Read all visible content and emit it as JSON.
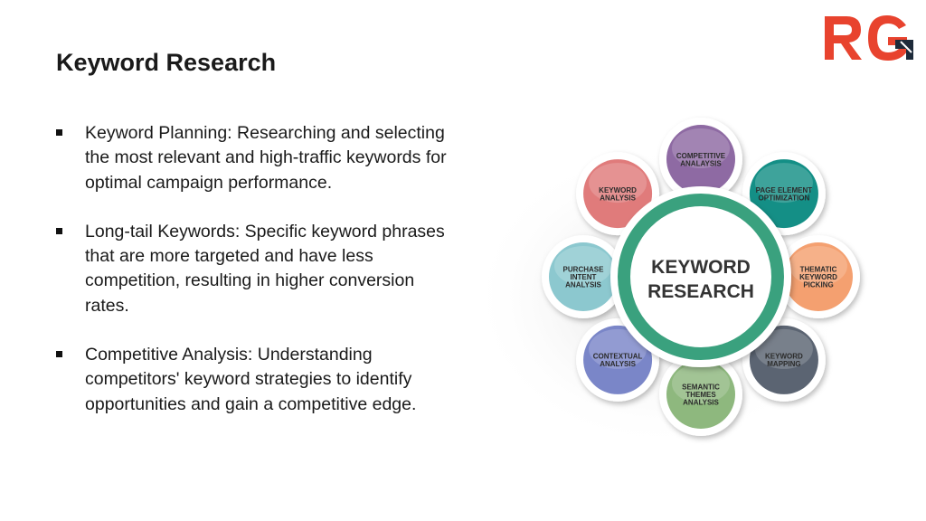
{
  "title": "Keyword Research",
  "logo": {
    "text": "RG",
    "color_r": "#e8432e",
    "color_g": "#e8432e",
    "mark_color": "#1d2a3a"
  },
  "bullets": [
    {
      "text": "Keyword Planning: Researching and selecting the most relevant and high-traffic keywords for optimal campaign performance."
    },
    {
      "text": "Long-tail Keywords: Specific keyword phrases that are more targeted and have less competition, resulting in higher conversion rates."
    },
    {
      "text": "Competitive Analysis: Understanding competitors' keyword strategies to identify opportunities and gain a competitive edge."
    }
  ],
  "diagram": {
    "center": {
      "line1": "KEYWORD",
      "line2": "RESEARCH",
      "ring_color": "#3aa17e"
    },
    "nodes": [
      {
        "lines": [
          "COMPETITIVE",
          "ANALAYSIS"
        ],
        "color": "#8e6aa3"
      },
      {
        "lines": [
          "PAGE ELEMENT",
          "OPTIMIZATION"
        ],
        "color": "#148f86"
      },
      {
        "lines": [
          "THEMATIC",
          "KEYWORD",
          "PICKING"
        ],
        "color": "#f4a070"
      },
      {
        "lines": [
          "KEYWORD",
          "MAPPING"
        ],
        "color": "#5b6472"
      },
      {
        "lines": [
          "SEMANTIC",
          "THEMES",
          "ANALYSIS"
        ],
        "color": "#8eb87e"
      },
      {
        "lines": [
          "CONTEXTUAL",
          "ANALYSIS"
        ],
        "color": "#7a86c8"
      },
      {
        "lines": [
          "PURCHASE",
          "INTENT",
          "ANALYSIS"
        ],
        "color": "#8cc8cf"
      },
      {
        "lines": [
          "KEYWORD",
          "ANALYSIS"
        ],
        "color": "#e07b7b"
      }
    ]
  }
}
